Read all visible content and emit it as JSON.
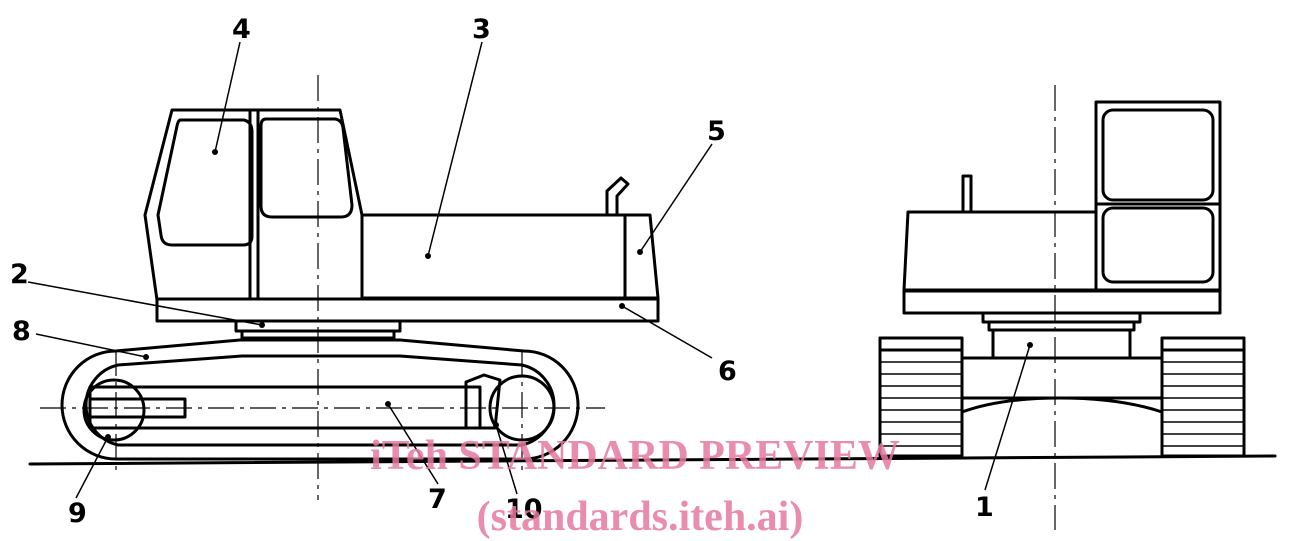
{
  "callouts": [
    {
      "number": "1"
    },
    {
      "number": "2"
    },
    {
      "number": "3"
    },
    {
      "number": "4"
    },
    {
      "number": "5"
    },
    {
      "number": "6"
    },
    {
      "number": "7"
    },
    {
      "number": "8"
    },
    {
      "number": "9"
    },
    {
      "number": "10"
    }
  ],
  "watermark": {
    "line1": "iTeh STANDARD PREVIEW",
    "line2": "(standards.iteh.ai)"
  }
}
